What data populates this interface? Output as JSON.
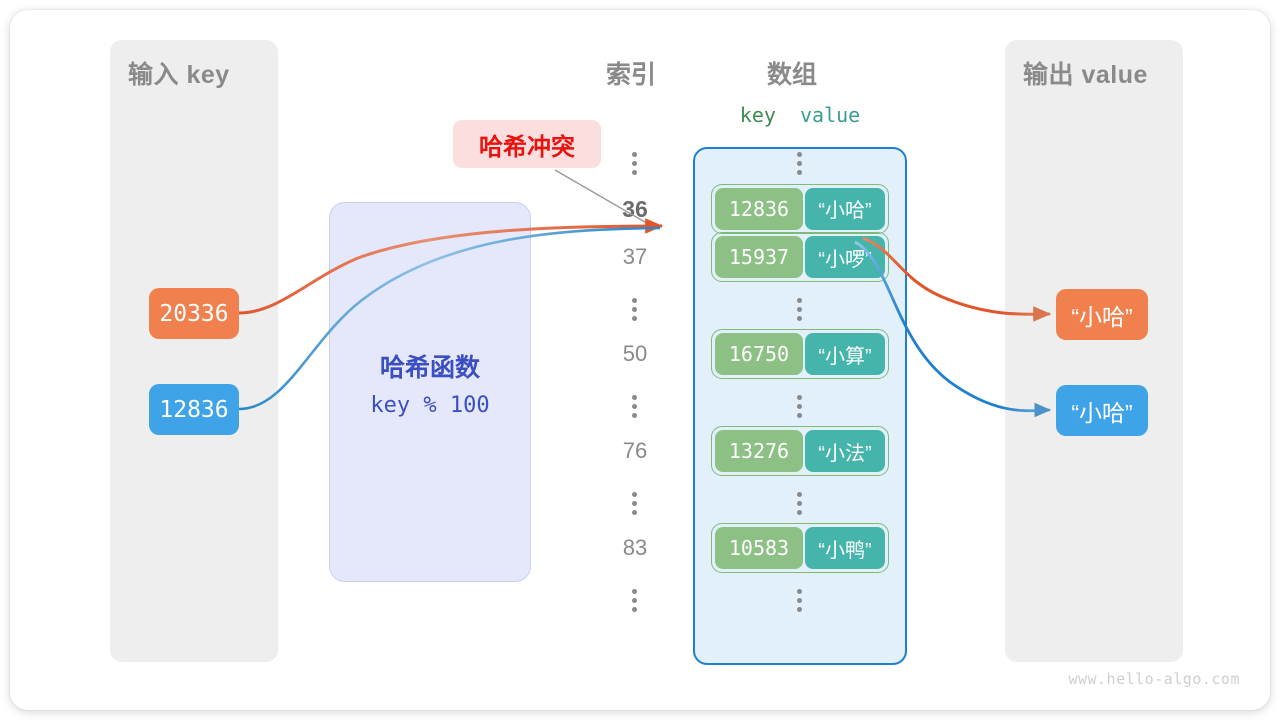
{
  "diagram": {
    "watermark": "www.hello-algo.com",
    "colors": {
      "input_key_a": "#f0804d",
      "input_key_b": "#3fa3e8",
      "hash_box": "#e4e8fa",
      "hash_text": "#3b4ec2",
      "array_fill": "#e2f0fb",
      "array_border": "#1f7fd0",
      "cell_key": "#8cc084",
      "cell_value": "#45b5ac",
      "panel": "#eeeeee",
      "collision_badge_bg": "#fbdedd",
      "collision_badge_text": "#e8130f"
    }
  },
  "panels": {
    "input": {
      "title": "输入 key"
    },
    "output": {
      "title": "输出 value"
    }
  },
  "columns": {
    "index_title": "索引",
    "array_title": "数组",
    "kv_key_header": "key",
    "kv_value_header": "value"
  },
  "hash_function": {
    "title": "哈希函数",
    "expression": "key % 100"
  },
  "collision": {
    "label": "哈希冲突"
  },
  "inputs": [
    {
      "key": "20336",
      "color": "orange"
    },
    {
      "key": "12836",
      "color": "blue"
    }
  ],
  "outputs": [
    {
      "value": "“小哈”",
      "color": "orange"
    },
    {
      "value": "“小哈”",
      "color": "blue"
    }
  ],
  "rows": [
    {
      "type": "ellipsis"
    },
    {
      "type": "entry",
      "index": "36",
      "highlight": true,
      "key": "12836",
      "value": "“小哈”"
    },
    {
      "type": "entry",
      "index": "37",
      "highlight": false,
      "key": "15937",
      "value": "“小啰”"
    },
    {
      "type": "ellipsis"
    },
    {
      "type": "entry",
      "index": "50",
      "highlight": false,
      "key": "16750",
      "value": "“小算”"
    },
    {
      "type": "ellipsis"
    },
    {
      "type": "entry",
      "index": "76",
      "highlight": false,
      "key": "13276",
      "value": "“小法”"
    },
    {
      "type": "ellipsis"
    },
    {
      "type": "entry",
      "index": "83",
      "highlight": false,
      "key": "10583",
      "value": "“小鸭”"
    },
    {
      "type": "ellipsis"
    }
  ]
}
